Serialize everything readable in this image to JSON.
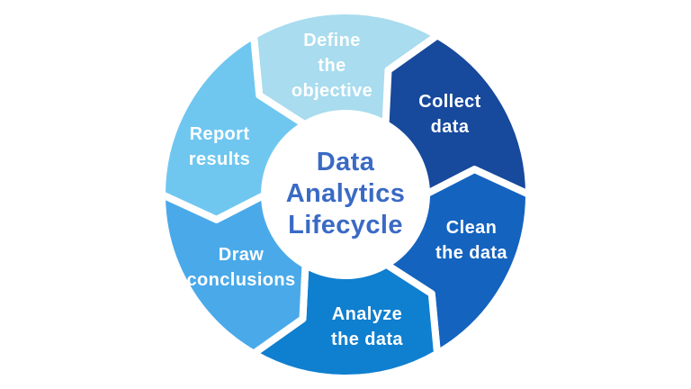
{
  "background_color": "#ffffff",
  "title": {
    "lines": [
      "Data",
      "Analytics",
      "Lifecycle"
    ],
    "color": "#3a6ac4"
  },
  "segments": [
    {
      "id": "define-objective",
      "label_lines": [
        "Define",
        "the",
        "objective"
      ],
      "color": "#a8dcee",
      "text_color": "#ffffff"
    },
    {
      "id": "collect-data",
      "label_lines": [
        "Collect",
        "data"
      ],
      "color": "#17499c",
      "text_color": "#ffffff"
    },
    {
      "id": "clean-data",
      "label_lines": [
        "Clean",
        "the data"
      ],
      "color": "#1463bf",
      "text_color": "#ffffff"
    },
    {
      "id": "analyze-data",
      "label_lines": [
        "Analyze",
        "the data"
      ],
      "color": "#0f7fd0",
      "text_color": "#ffffff"
    },
    {
      "id": "draw-conclusions",
      "label_lines": [
        "Draw",
        "conclusions"
      ],
      "color": "#4aa9e9",
      "text_color": "#ffffff"
    },
    {
      "id": "report-results",
      "label_lines": [
        "Report",
        "results"
      ],
      "color": "#6fc7f0",
      "text_color": "#ffffff"
    }
  ]
}
